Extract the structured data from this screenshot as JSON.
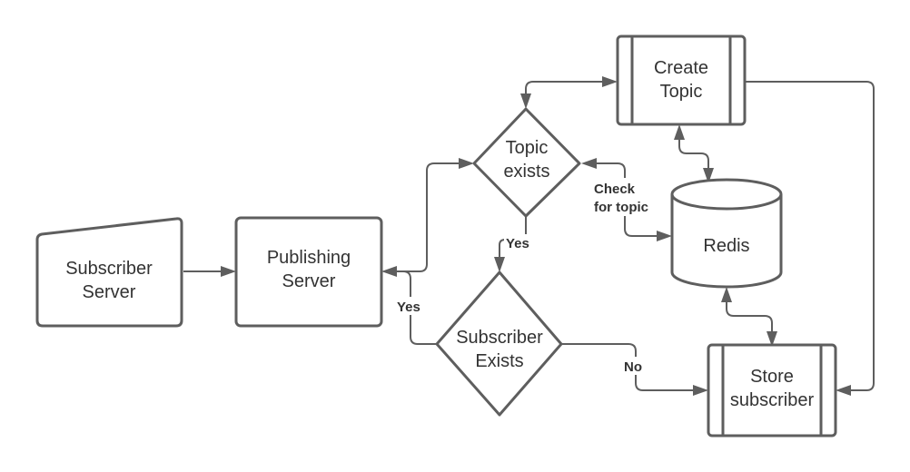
{
  "nodes": {
    "subscriber_server": {
      "line1": "Subscriber",
      "line2": "Server"
    },
    "publishing_server": {
      "line1": "Publishing",
      "line2": "Server"
    },
    "topic_exists": {
      "line1": "Topic",
      "line2": "exists"
    },
    "subscriber_exists": {
      "line1": "Subscriber",
      "line2": "Exists"
    },
    "create_topic": {
      "line1": "Create",
      "line2": "Topic"
    },
    "redis": {
      "label": "Redis"
    },
    "store_subscriber": {
      "line1": "Store",
      "line2": "subscriber"
    }
  },
  "edge_labels": {
    "check_line1": "Check",
    "check_line2": "for topic",
    "yes_topic": "Yes",
    "yes_subscriber": "Yes",
    "no_subscriber": "No"
  },
  "colors": {
    "stroke": "#5e5e5e",
    "text": "#333333",
    "background": "#ffffff"
  }
}
